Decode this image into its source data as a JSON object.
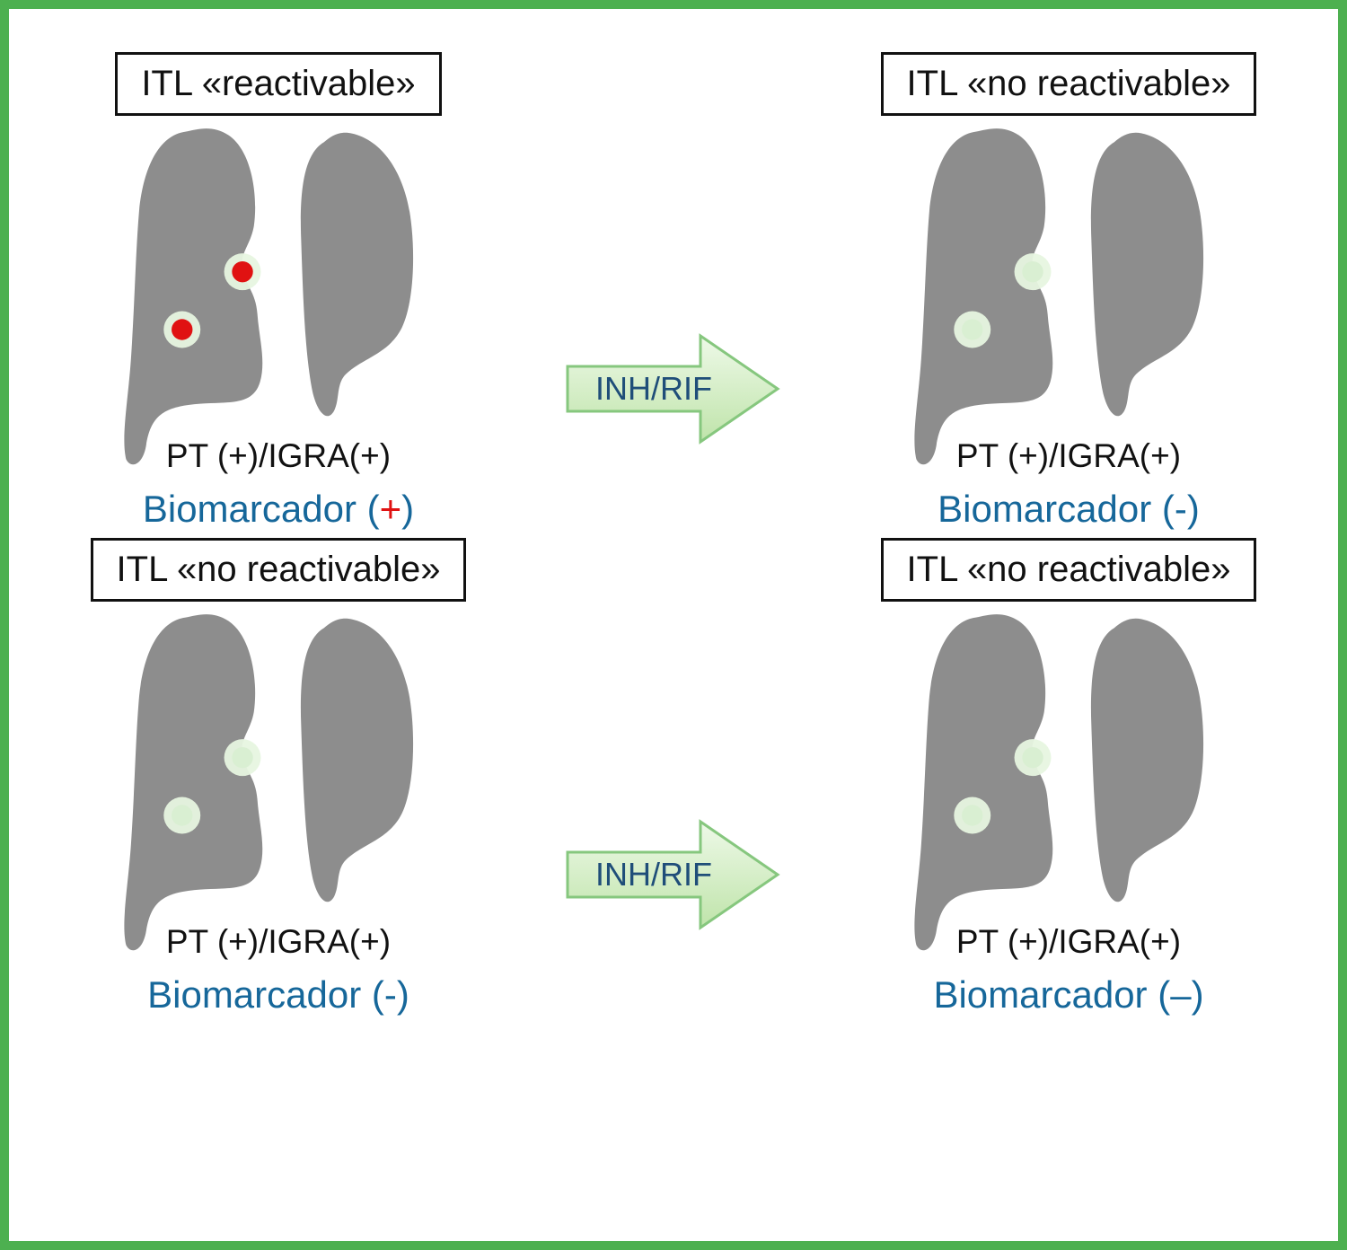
{
  "figure": {
    "panels": [
      {
        "title": "ITL «reactivable»",
        "pt_line": "PT (+)/IGRA(+)",
        "bio_prefix": "Biomarcador (",
        "bio_sign": "+",
        "bio_suffix": ")",
        "lesion": "red"
      },
      {
        "title": "ITL «no reactivable»",
        "pt_line": "PT (+)/IGRA(+)",
        "bio_prefix": "Biomarcador (",
        "bio_sign": "-",
        "bio_suffix": ")",
        "lesion": "green"
      },
      {
        "title": "ITL «no reactivable»",
        "pt_line": "PT (+)/IGRA(+)",
        "bio_prefix": "Biomarcador (",
        "bio_sign": "-",
        "bio_suffix": ")",
        "lesion": "green"
      },
      {
        "title": "ITL «no reactivable»",
        "pt_line": "PT (+)/IGRA(+)",
        "bio_prefix": "Biomarcador (",
        "bio_sign": "–",
        "bio_suffix": ")",
        "lesion": "green"
      }
    ],
    "arrows": [
      {
        "label": "INH/RIF"
      },
      {
        "label": "INH/RIF"
      }
    ],
    "colors": {
      "border_green": "#4db050",
      "biomarcador_blue": "#16679a",
      "plus_red": "#e01212",
      "lung_gray": "#8d8d8d",
      "arrow_fill_light": "#eef9e8",
      "arrow_fill_dark": "#bfe4aa",
      "arrow_stroke": "#86c77e",
      "label_navy": "#1f4e79"
    }
  }
}
